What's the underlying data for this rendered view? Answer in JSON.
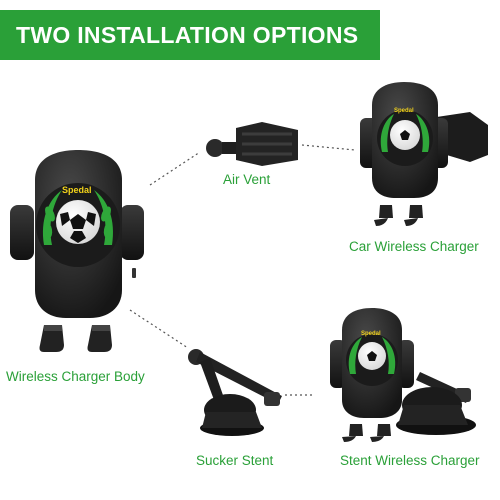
{
  "banner": {
    "title": "TWO INSTALLATION OPTIONS"
  },
  "labels": {
    "air_vent": "Air Vent",
    "car_wireless_charger": "Car Wireless Charger",
    "wireless_charger_body": "Wireless Charger Body",
    "sucker_stent": "Sucker Stent",
    "stent_wireless_charger": "Stent Wireless Charger"
  },
  "brand": "Spedal",
  "colors": {
    "accent": "#2aa038",
    "device_body": "#2a2a2a",
    "device_face": "#1f1f1f",
    "laurel": "#2fa83a"
  }
}
